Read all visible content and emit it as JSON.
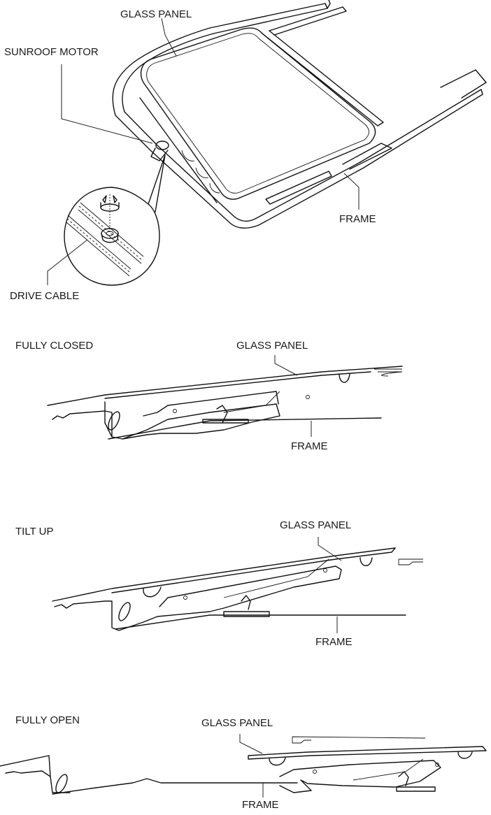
{
  "figure": {
    "assembly": {
      "labels": {
        "glass_panel": "GLASS PANEL",
        "sunroof_motor": "SUNROOF MOTOR",
        "frame": "FRAME",
        "drive_cable": "DRIVE CABLE"
      }
    },
    "states": [
      {
        "title": "FULLY CLOSED",
        "glass_panel": "GLASS PANEL",
        "frame": "FRAME"
      },
      {
        "title": "TILT UP",
        "glass_panel": "GLASS PANEL",
        "frame": "FRAME"
      },
      {
        "title": "FULLY OPEN",
        "glass_panel": "GLASS PANEL",
        "frame": "FRAME"
      }
    ]
  }
}
